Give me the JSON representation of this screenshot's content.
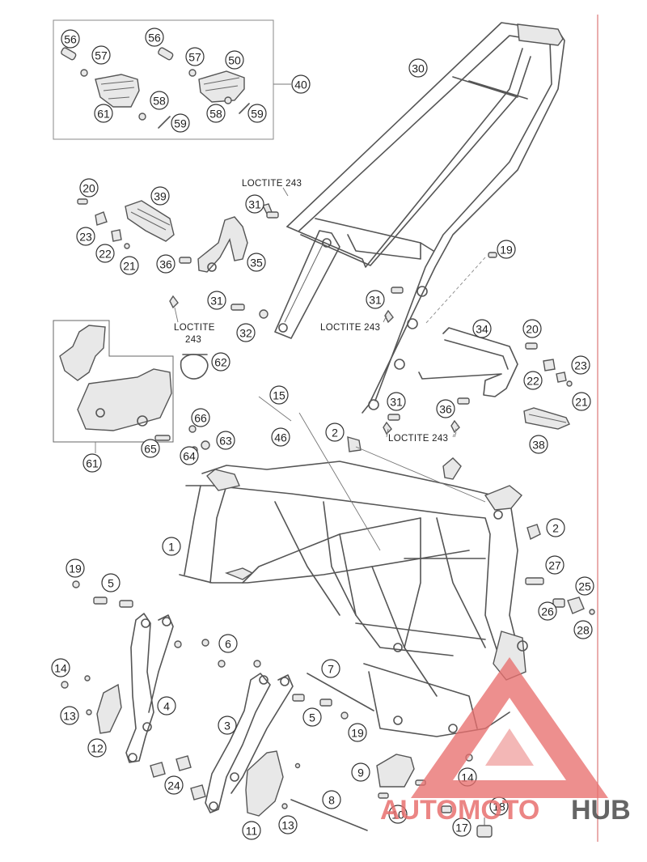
{
  "diagram": {
    "callouts": [
      {
        "id": "c56a",
        "label": "56"
      },
      {
        "id": "c57a",
        "label": "57"
      },
      {
        "id": "c61a",
        "label": "61"
      },
      {
        "id": "c58a",
        "label": "58"
      },
      {
        "id": "c59a",
        "label": "59"
      },
      {
        "id": "c56b",
        "label": "56"
      },
      {
        "id": "c57b",
        "label": "57"
      },
      {
        "id": "c50",
        "label": "50"
      },
      {
        "id": "c58b",
        "label": "58"
      },
      {
        "id": "c59b",
        "label": "59"
      },
      {
        "id": "c40",
        "label": "40"
      },
      {
        "id": "c30",
        "label": "30"
      },
      {
        "id": "c20a",
        "label": "20"
      },
      {
        "id": "c39",
        "label": "39"
      },
      {
        "id": "c23a",
        "label": "23"
      },
      {
        "id": "c22a",
        "label": "22"
      },
      {
        "id": "c21a",
        "label": "21"
      },
      {
        "id": "c36a",
        "label": "36"
      },
      {
        "id": "c35",
        "label": "35"
      },
      {
        "id": "c31a",
        "label": "31"
      },
      {
        "id": "c32",
        "label": "32"
      },
      {
        "id": "c31b",
        "label": "31"
      },
      {
        "id": "c19a",
        "label": "19"
      },
      {
        "id": "c31c",
        "label": "31"
      },
      {
        "id": "c34",
        "label": "34"
      },
      {
        "id": "c20b",
        "label": "20"
      },
      {
        "id": "c23b",
        "label": "23"
      },
      {
        "id": "c22b",
        "label": "22"
      },
      {
        "id": "c21b",
        "label": "21"
      },
      {
        "id": "c62",
        "label": "62"
      },
      {
        "id": "c15",
        "label": "15"
      },
      {
        "id": "c31d",
        "label": "31"
      },
      {
        "id": "c36b",
        "label": "36"
      },
      {
        "id": "c38",
        "label": "38"
      },
      {
        "id": "c66",
        "label": "66"
      },
      {
        "id": "c63",
        "label": "63"
      },
      {
        "id": "c65",
        "label": "65"
      },
      {
        "id": "c64",
        "label": "64"
      },
      {
        "id": "c61b",
        "label": "61"
      },
      {
        "id": "c46",
        "label": "46"
      },
      {
        "id": "c2a",
        "label": "2"
      },
      {
        "id": "c1",
        "label": "1"
      },
      {
        "id": "c2b",
        "label": "2"
      },
      {
        "id": "c19b",
        "label": "19"
      },
      {
        "id": "c5a",
        "label": "5"
      },
      {
        "id": "c27",
        "label": "27"
      },
      {
        "id": "c25",
        "label": "25"
      },
      {
        "id": "c26",
        "label": "26"
      },
      {
        "id": "c28",
        "label": "28"
      },
      {
        "id": "c6",
        "label": "6"
      },
      {
        "id": "c14a",
        "label": "14"
      },
      {
        "id": "c7",
        "label": "7"
      },
      {
        "id": "c4",
        "label": "4"
      },
      {
        "id": "c13a",
        "label": "13"
      },
      {
        "id": "c3",
        "label": "3"
      },
      {
        "id": "c5b",
        "label": "5"
      },
      {
        "id": "c19c",
        "label": "19"
      },
      {
        "id": "c12",
        "label": "12"
      },
      {
        "id": "c9",
        "label": "9"
      },
      {
        "id": "c24",
        "label": "24"
      },
      {
        "id": "c14b",
        "label": "14"
      },
      {
        "id": "c8",
        "label": "8"
      },
      {
        "id": "c18",
        "label": "18"
      },
      {
        "id": "c10",
        "label": "10"
      },
      {
        "id": "c11",
        "label": "11"
      },
      {
        "id": "c13b",
        "label": "13"
      },
      {
        "id": "c17",
        "label": "17"
      }
    ],
    "notes": [
      {
        "id": "n1",
        "label": "LOCTITE 243"
      },
      {
        "id": "n2a",
        "label": "LOCTITE"
      },
      {
        "id": "n2b",
        "label": "243"
      },
      {
        "id": "n3",
        "label": "LOCTITE 243"
      },
      {
        "id": "n4",
        "label": "LOCTITE 243"
      }
    ],
    "watermark": {
      "part1": "AUTO",
      "part2": "MOTO",
      "part3": "HUB",
      "accent_color": "#e8706e",
      "dark_color": "#4a4a4a"
    }
  }
}
